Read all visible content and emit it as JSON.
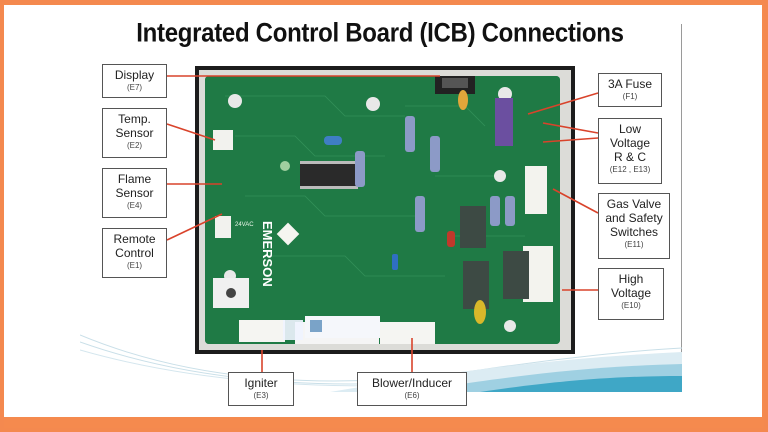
{
  "title": "Integrated Control Board (ICB) Connections",
  "colors": {
    "border": "#f58a4e",
    "callout_line": "#d9432b",
    "pcb_green": "#1f7a45",
    "label_border": "#555555"
  },
  "labels": {
    "display": {
      "name": "Display",
      "code": "(E7)"
    },
    "temp_sensor": {
      "line1": "Temp.",
      "line2": "Sensor",
      "code": "(E2)"
    },
    "flame_sensor": {
      "line1": "Flame",
      "line2": "Sensor",
      "code": "(E4)"
    },
    "remote_control": {
      "line1": "Remote",
      "line2": "Control",
      "code": "(E1)"
    },
    "fuse": {
      "name": "3A Fuse",
      "code": "(F1)"
    },
    "low_voltage": {
      "line1": "Low",
      "line2": "Voltage",
      "line3": "R & C",
      "code": "(E12 , E13)"
    },
    "gas_valve": {
      "line1": "Gas Valve",
      "line2": "and Safety",
      "line3": "Switches",
      "code": "(E11)"
    },
    "high_voltage": {
      "line1": "High",
      "line2": "Voltage",
      "code": "(E10)"
    },
    "igniter": {
      "name": "Igniter",
      "code": "(E3)"
    },
    "blower": {
      "name": "Blower/Inducer",
      "code": "(E6)"
    }
  },
  "board": {
    "brand_text": "EMERSON",
    "silkscreen_24vac": "24VAC"
  }
}
